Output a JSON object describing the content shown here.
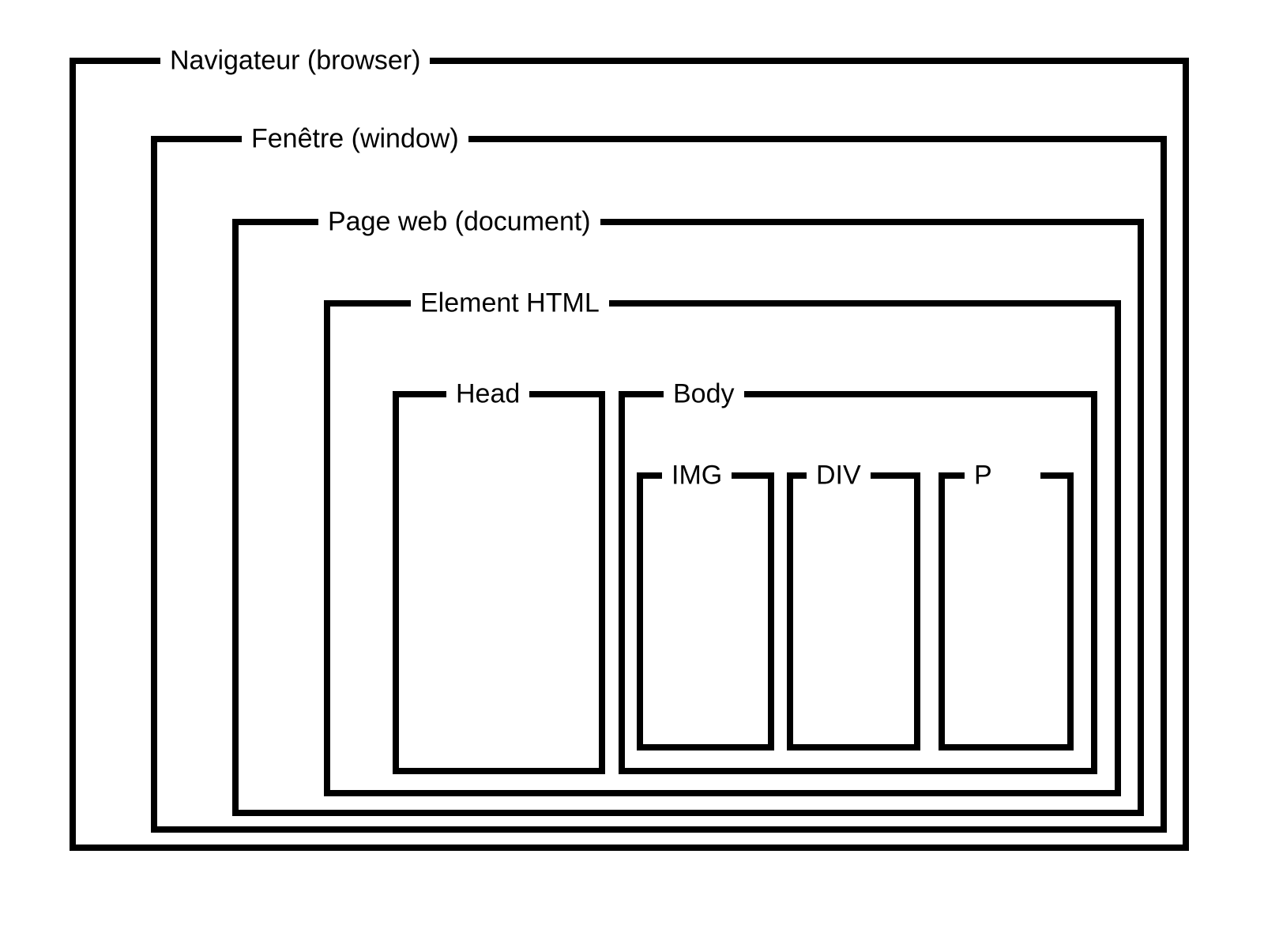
{
  "diagram": {
    "description": "Nested boxes diagram of browser containment hierarchy",
    "colors": {
      "stroke": "#000000",
      "background": "#ffffff"
    },
    "boxes": {
      "browser": {
        "label": "Navigateur (browser)"
      },
      "window": {
        "label": "Fenêtre (window)"
      },
      "document": {
        "label": "Page web (document)"
      },
      "html": {
        "label": "Element HTML"
      },
      "head": {
        "label": "Head"
      },
      "body": {
        "label": "Body"
      },
      "img": {
        "label": "IMG"
      },
      "div": {
        "label": "DIV"
      },
      "p": {
        "label": "P"
      }
    }
  }
}
